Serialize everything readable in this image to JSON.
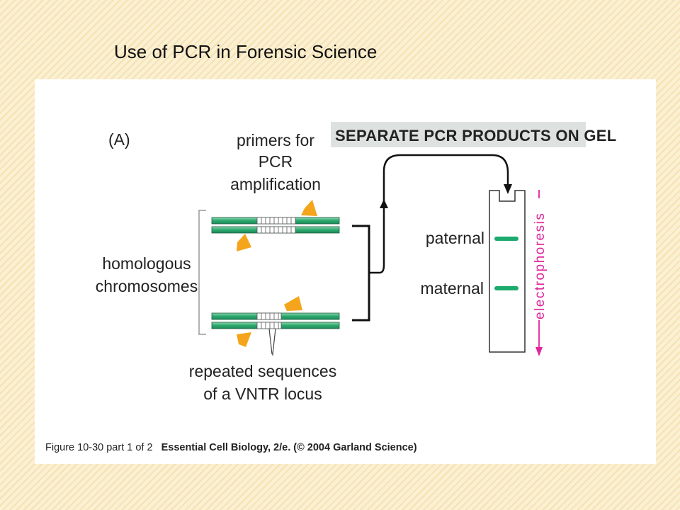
{
  "slide": {
    "title": "Use of PCR in Forensic Science"
  },
  "figure": {
    "panel_label": "(A)",
    "gel_banner": "SEPARATE PCR PRODUCTS ON GEL",
    "primers_label": [
      "primers for",
      "PCR",
      "amplification"
    ],
    "homologous_label": [
      "homologous",
      "chromosomes"
    ],
    "repeats_label": [
      "repeated sequences",
      "of a VNTR locus"
    ],
    "bands": {
      "paternal": "paternal",
      "maternal": "maternal"
    },
    "electrophoresis_label": "electrophoresis",
    "caption_prefix": "Figure 10-30 part 1 of 2",
    "caption_source": "Essential Cell Biology, 2/e. (© 2004 Garland Science)"
  },
  "colors": {
    "background": "#fbf0d2",
    "chromosome_green": "#2aa86e",
    "primer_orange": "#f4a51c",
    "band_green": "#1cab6c",
    "electrophoresis_magenta": "#e0269a",
    "banner_gray": "#dde2e0"
  }
}
